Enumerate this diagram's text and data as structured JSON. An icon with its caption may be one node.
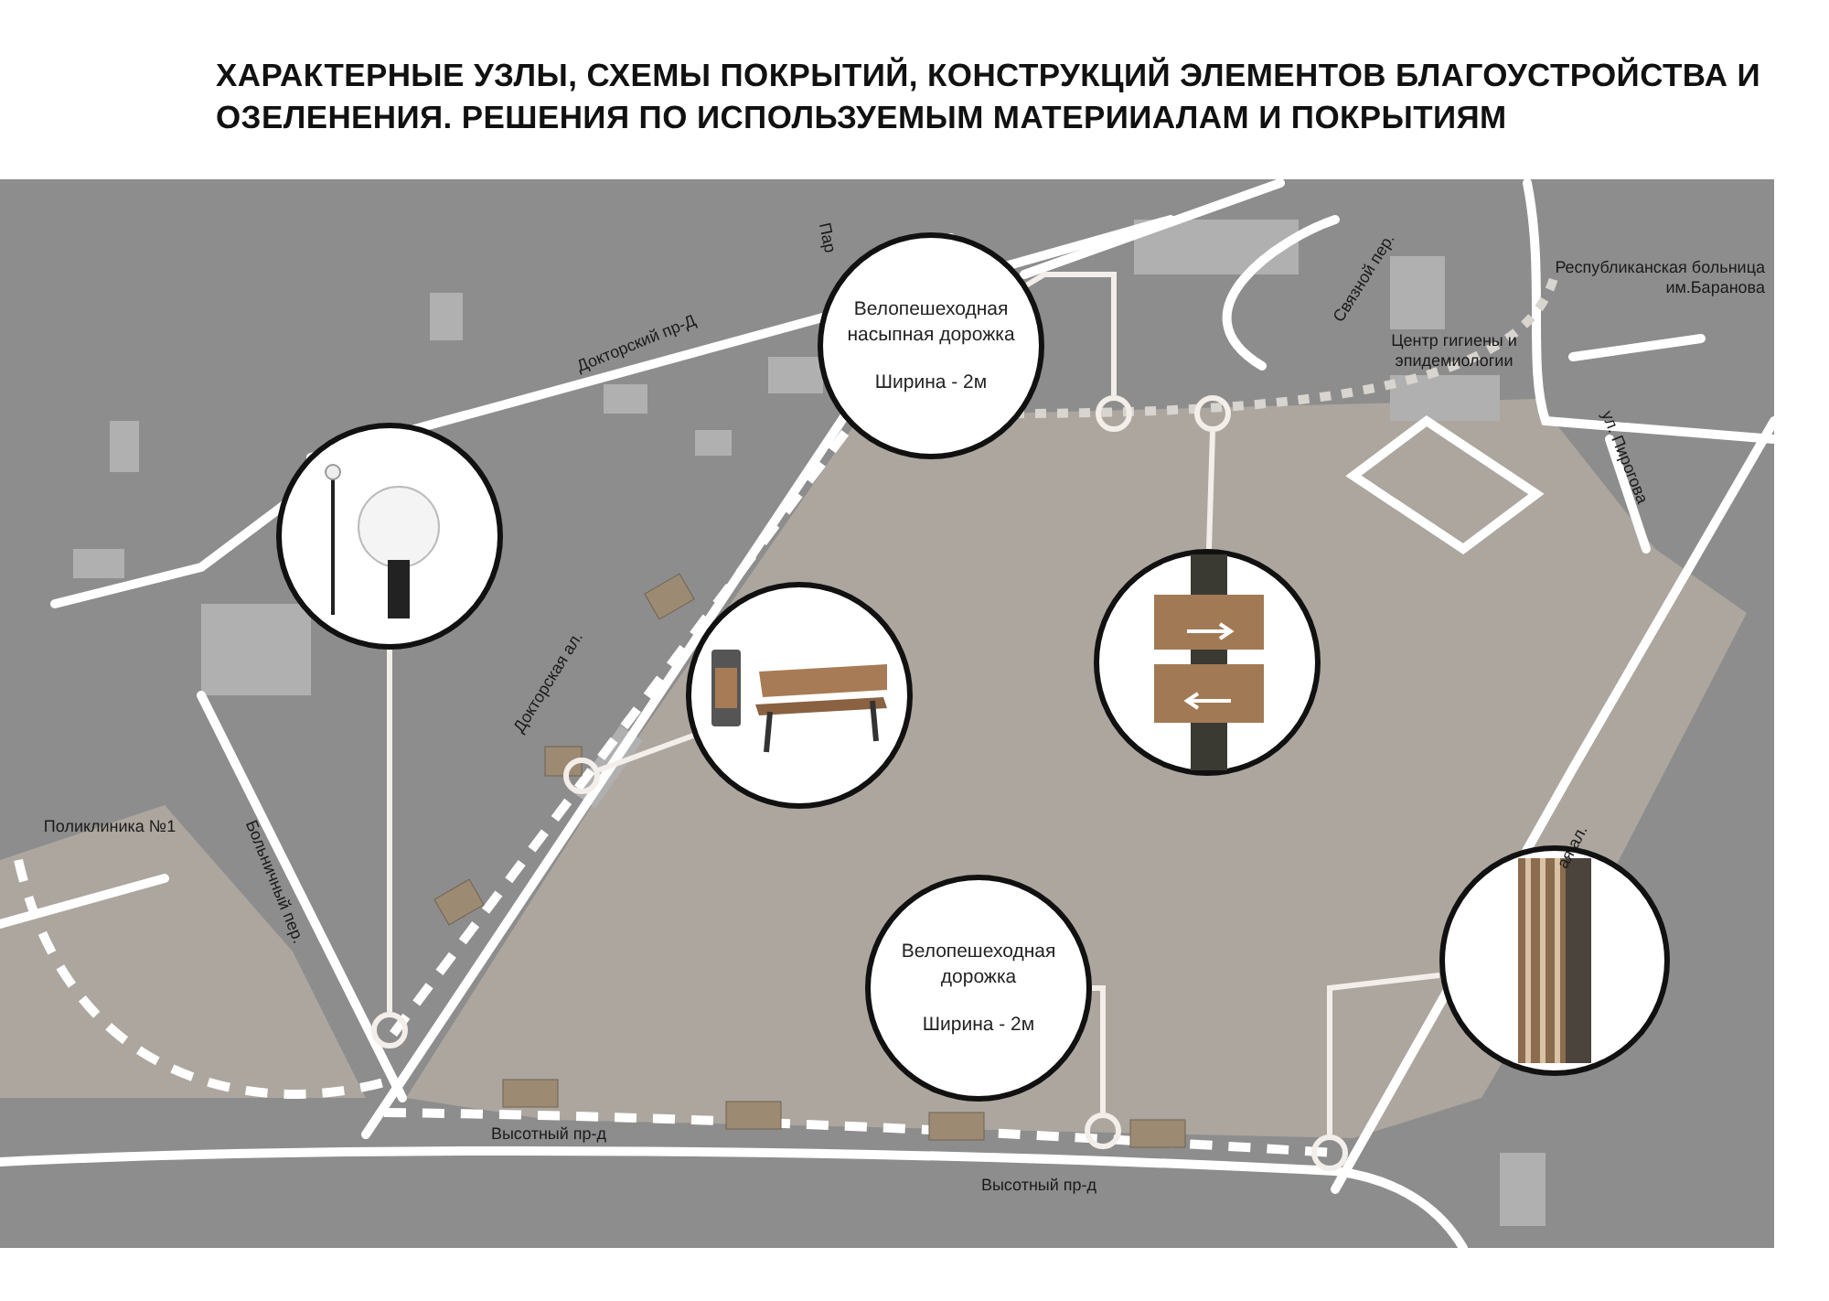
{
  "diagram": {
    "title": "ХАРАКТЕРНЫЕ УЗЛЫ, СХЕМЫ ПОКРЫТИЙ, КОНСТРУКЦИЙ ЭЛЕМЕНТОВ БЛАГОУСТРОЙСТВА И ОЗЕЛЕНЕНИЯ. РЕШЕНИЯ ПО ИСПОЛЬЗУЕМЫМ МАТЕРИИАЛАМ И ПОКРЫТИЯМ",
    "nodes": [
      {
        "text": [
          "Велопешеходная насыпная дорожка",
          "Ширина - 2м"
        ]
      },
      {
        "text": [],
        "shape": "picture"
      },
      {
        "text": [],
        "shape": "picture"
      },
      {
        "text": [],
        "shape": "picture"
      },
      {
        "text": [
          "Велопешеходная дорожка",
          "Ширина - 2м"
        ]
      },
      {
        "text": [],
        "shape": "picture"
      },
      {
        "text": [],
        "shape": "circle"
      },
      {
        "text": [],
        "shape": "circle"
      },
      {
        "text": [],
        "shape": "circle"
      },
      {
        "text": [],
        "shape": "circle"
      },
      {
        "text": [],
        "shape": "circle"
      },
      {
        "text": [],
        "shape": "circle"
      }
    ],
    "edges": [
      {
        "from": 0,
        "to": 9,
        "arrow": "none"
      },
      {
        "from": 1,
        "to": 6,
        "arrow": "none"
      },
      {
        "from": 2,
        "to": 7,
        "arrow": "none"
      },
      {
        "from": 3,
        "to": 10,
        "arrow": "none"
      },
      {
        "from": 4,
        "to": 8,
        "arrow": "none"
      },
      {
        "from": 5,
        "to": 11,
        "arrow": "none"
      }
    ],
    "labels": [
      "Пар",
      "Докторский пр-Д",
      "Связной пер.",
      "Республиканская больница им.Баранова",
      "Центр гигиены и эпидемиологии",
      "ул. Пирогова",
      "Докторская ал.",
      "Поликлиника №1",
      "Больничный пер.",
      "ая ал.",
      "Высотный пр-д",
      "Высотный пр-д"
    ]
  }
}
